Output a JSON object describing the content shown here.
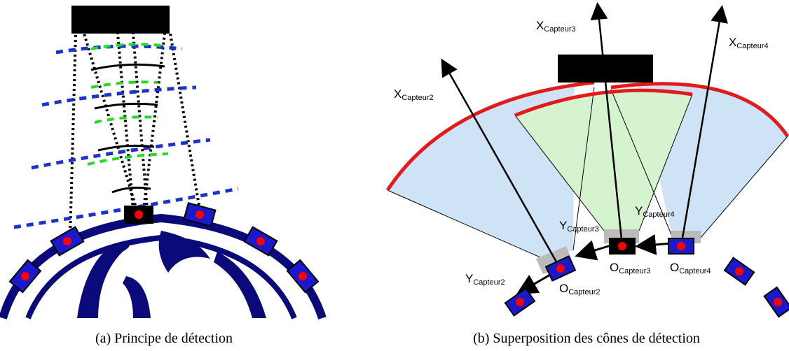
{
  "captions": {
    "a": "(a) Principe de détection",
    "b": "(b) Superposition des cônes de détection"
  },
  "labels": {
    "x_capteur2": {
      "main": "X",
      "sub": "Capteur2"
    },
    "x_capteur3": {
      "main": "X",
      "sub": "Capteur3"
    },
    "x_capteur4": {
      "main": "X",
      "sub": "Capteur4"
    },
    "y_capteur2": {
      "main": "Y",
      "sub": "Capteur2"
    },
    "y_capteur3": {
      "main": "Y",
      "sub": "Capteur3"
    },
    "y_capteur4": {
      "main": "Y",
      "sub": "Capteur4"
    },
    "o_capteur2": {
      "main": "O",
      "sub": "Capteur2"
    },
    "o_capteur3": {
      "main": "O",
      "sub": "Capteur3"
    },
    "o_capteur4": {
      "main": "O",
      "sub": "Capteur4"
    }
  },
  "colors": {
    "robot": "#0a0a7a",
    "sensor": "#1a1acc",
    "sensor_dot": "#ff0000",
    "obstacle": "#000000",
    "wave_outer": "#1a33cc",
    "wave_inner": "#22dd22",
    "cone_blue": "#cfe3f6",
    "cone_green": "#d6f3d0",
    "cone_arc": "#e41a1a",
    "sensor_base": "#bbbbbb"
  }
}
